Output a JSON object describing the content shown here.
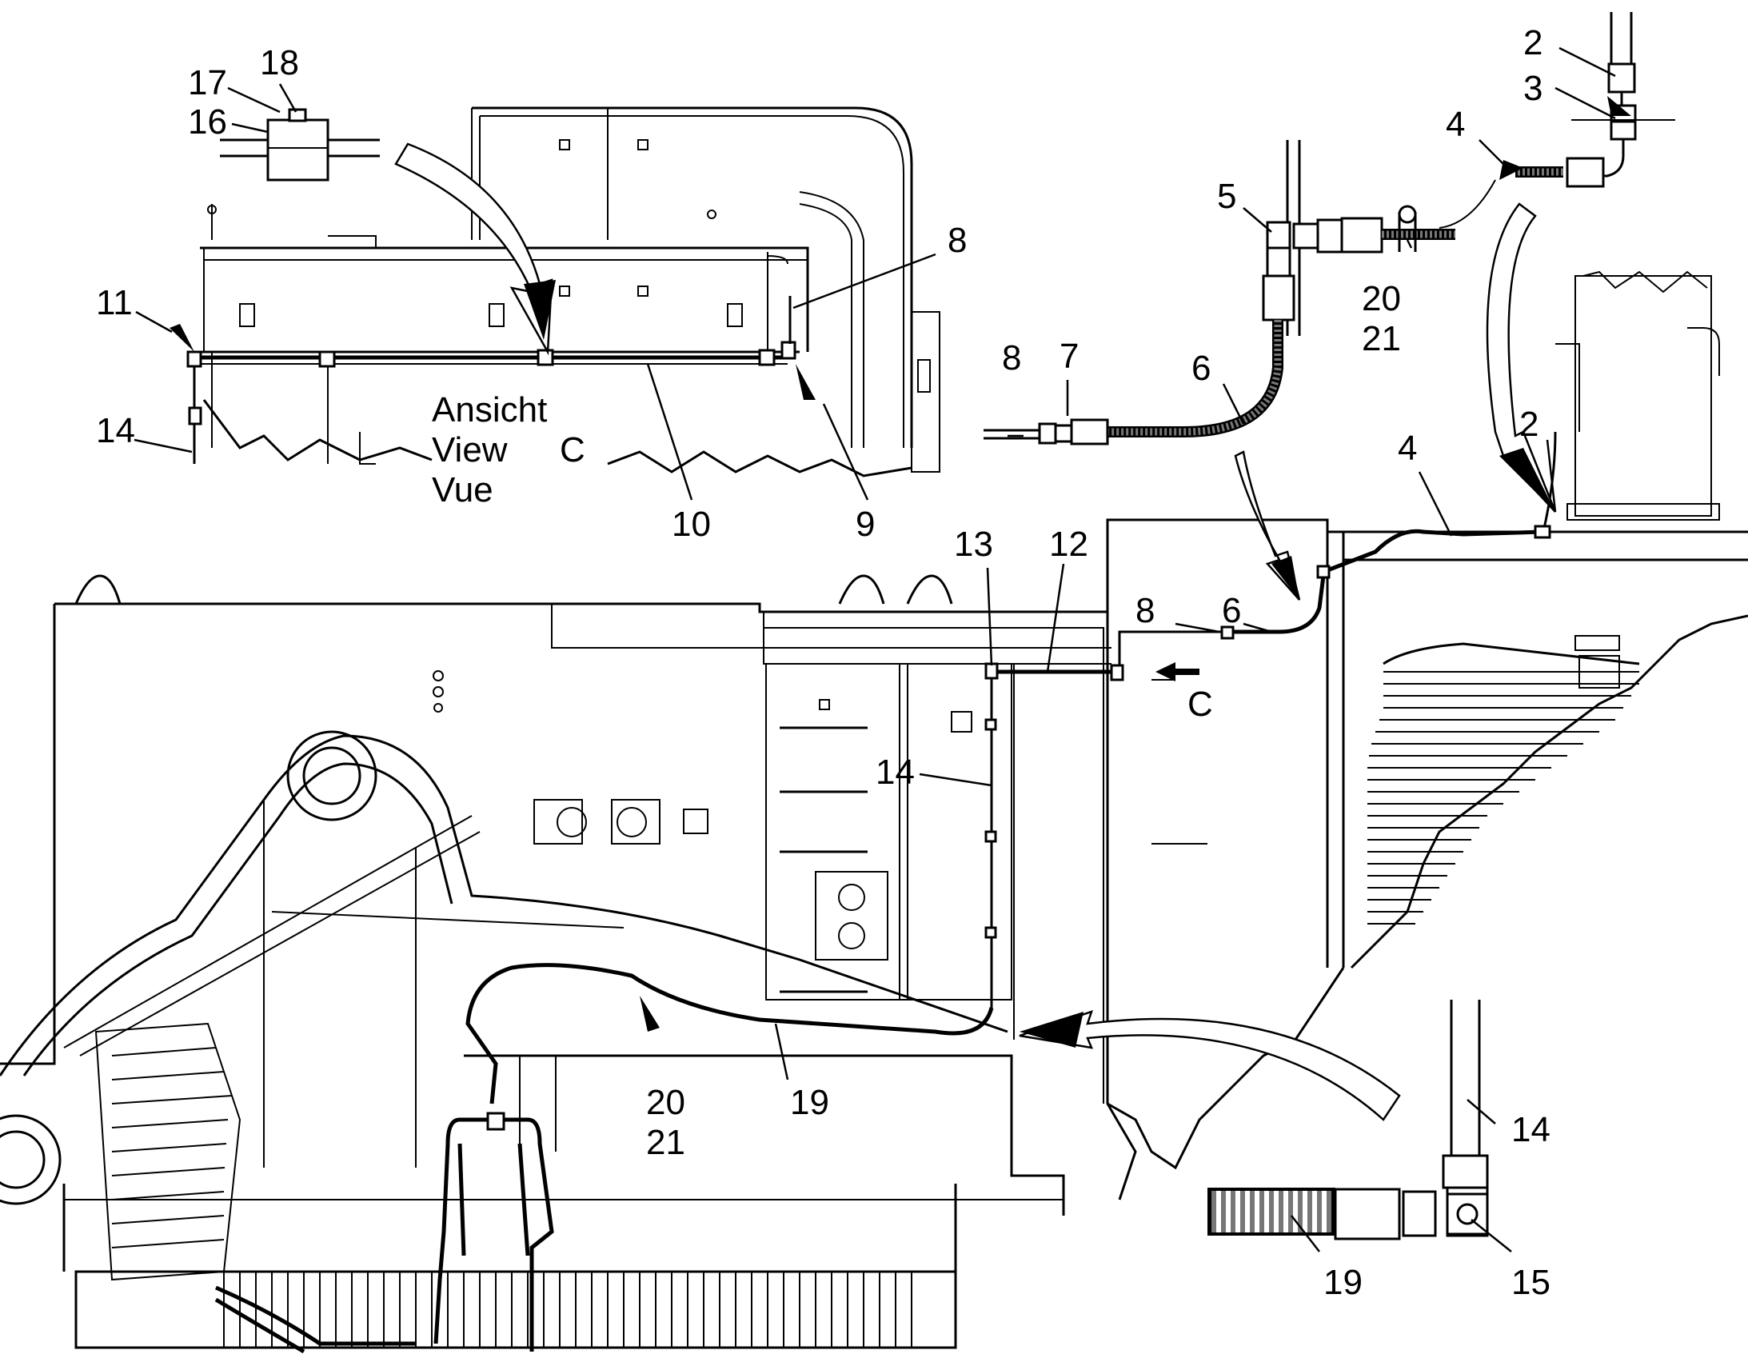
{
  "view_label": {
    "line1": "Ansicht",
    "line2": "View",
    "line3": "Vue",
    "letter": "C"
  },
  "section_marker": "C",
  "callouts": {
    "c2a": "2",
    "c3": "3",
    "c4a": "4",
    "c5": "5",
    "c20a": "20",
    "c21a": "21",
    "c8a": "8",
    "c7": "7",
    "c6a": "6",
    "c2b": "2",
    "c4b": "4",
    "c18": "18",
    "c17": "17",
    "c16": "16",
    "c8b": "8",
    "c11": "11",
    "c14a": "14",
    "c10": "10",
    "c9": "9",
    "c13": "13",
    "c12": "12",
    "c8c": "8",
    "c6b": "6",
    "c14b": "14",
    "c20b": "20",
    "c21b": "21",
    "c19a": "19",
    "c14c": "14",
    "c19b": "19",
    "c15": "15"
  },
  "icons": {
    "view_arrow": "filled-arrow-icon",
    "detail_arrow": "curved-callout-arrow-icon"
  }
}
